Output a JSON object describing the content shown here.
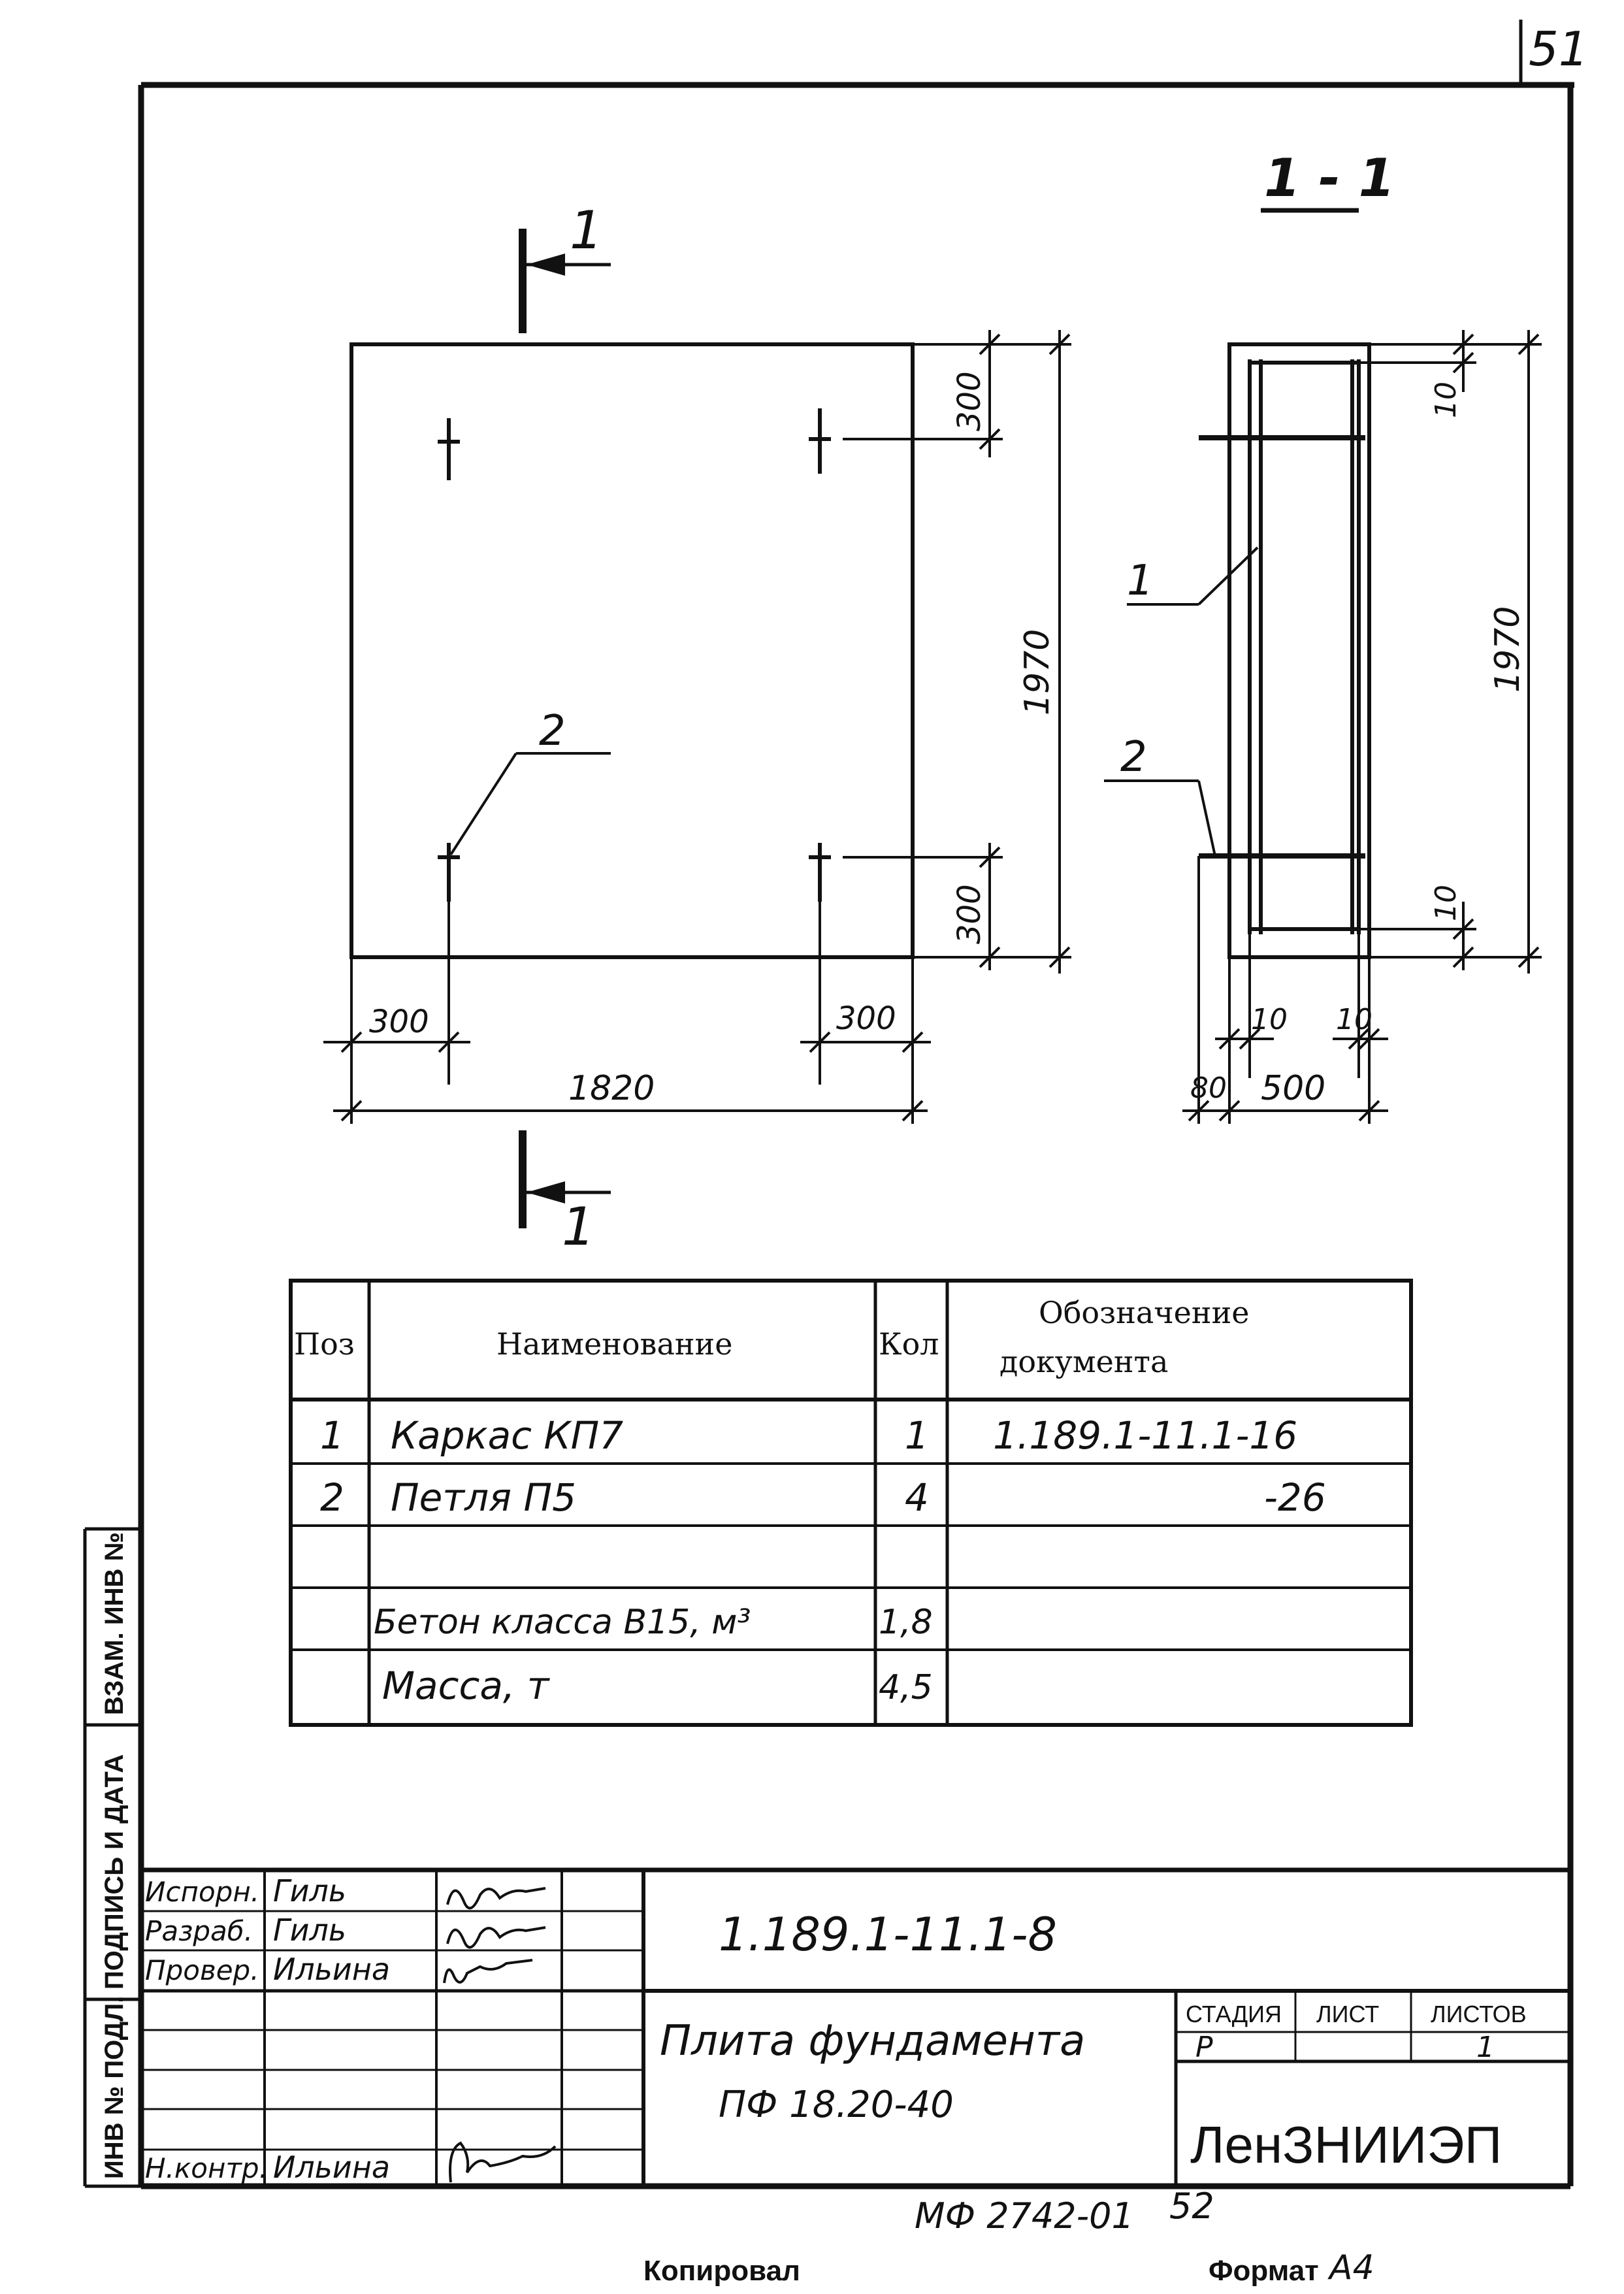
{
  "sheet_number": "51",
  "section_label": "1 - 1",
  "cut_marks": {
    "top": "1",
    "bottom": "1"
  },
  "plan": {
    "dim_top_offset": "300",
    "dim_bottom_offset": "300",
    "dim_height": "1970",
    "dim_left_offset": "300",
    "dim_right_offset": "300",
    "dim_width": "1820",
    "callout": "2"
  },
  "section": {
    "callout_1": "1",
    "callout_2": "2",
    "dim_top_cover": "10",
    "dim_bottom_cover": "10",
    "dim_height": "1970",
    "dim_left_cover": "10",
    "dim_right_cover": "10",
    "dim_projection": "80",
    "dim_thickness": "500"
  },
  "spec_table": {
    "headers": {
      "pos": "Поз",
      "name": "Наименование",
      "qty": "Кол",
      "doc_line1": "Обозначение",
      "doc_line2": "документа"
    },
    "rows": [
      {
        "pos": "1",
        "name": "Каркас КП7",
        "qty": "1",
        "doc": "1.189.1-11.1-16"
      },
      {
        "pos": "2",
        "name": "Петля П5",
        "qty": "4",
        "doc": "-26"
      },
      {
        "pos": "",
        "name": "",
        "qty": "",
        "doc": ""
      },
      {
        "pos": "",
        "name": "Бетон класса В15, м³",
        "qty": "1,8",
        "doc": ""
      },
      {
        "pos": "",
        "name": "Масса, т",
        "qty": "4,5",
        "doc": ""
      }
    ]
  },
  "margin_labels": {
    "inv_zam": "ВЗАМ. ИНВ №",
    "sign_date": "ПОДПИСЬ И ДАТА",
    "inv_podl": "ИНВ № ПОДЛ."
  },
  "title_block": {
    "roles": [
      {
        "role": "Испорн.",
        "name": "Гиль"
      },
      {
        "role": "Разраб.",
        "name": "Гиль"
      },
      {
        "role": "Провер.",
        "name": "Ильина"
      },
      {
        "role": "",
        "name": ""
      },
      {
        "role": "",
        "name": ""
      },
      {
        "role": "",
        "name": ""
      },
      {
        "role": "Н.контр.",
        "name": "Ильина"
      }
    ],
    "doc_code": "1.189.1-11.1-8",
    "title_line1": "Плита фундамента",
    "title_line2": "ПФ 18.20-40",
    "stage_header": "СТАДИЯ",
    "sheet_header": "ЛИСТ",
    "sheets_header": "ЛИСТОВ",
    "stage_value": "Р",
    "sheet_value": "",
    "sheets_value": "1",
    "organization": "ЛенЗНИИЭП"
  },
  "footer": {
    "archive_code": "МФ 2742-01",
    "page_num": "52",
    "copied": "Копировал",
    "format_label": "Формат",
    "format_value": "А4"
  }
}
